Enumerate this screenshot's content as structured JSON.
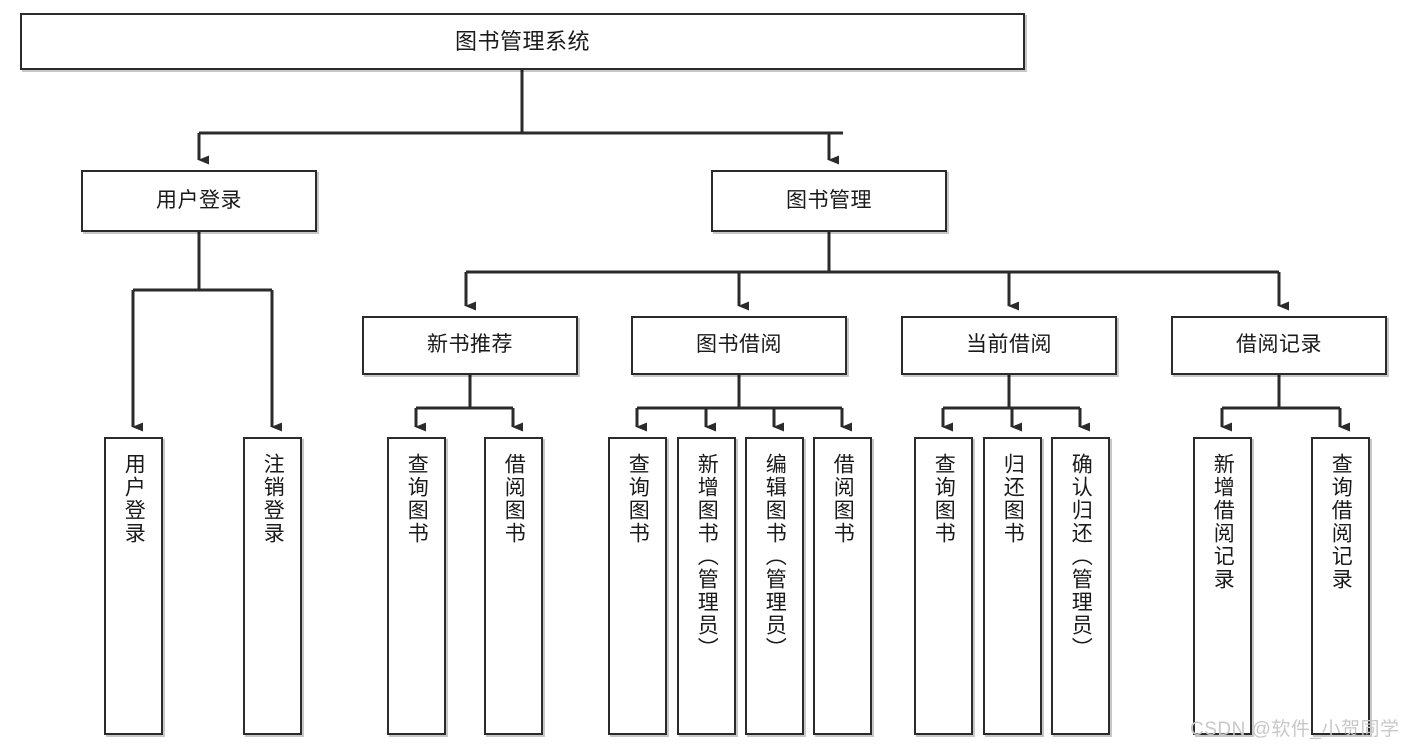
{
  "diagram": {
    "title": "图书管理系统",
    "type": "tree-hierarchy-diagram",
    "colors": {
      "box_border": "#2b2b2b",
      "box_fill": "#ffffff",
      "connector": "#2b2b2b",
      "watermark": "#c8c8c8",
      "background": "#ffffff"
    },
    "nodes": {
      "root": {
        "label": "图书管理系统"
      },
      "level2": [
        {
          "id": "user-login",
          "label": "用户登录"
        },
        {
          "id": "book-management",
          "label": "图书管理"
        }
      ],
      "level3": [
        {
          "id": "new-book-recommend",
          "label": "新书推荐"
        },
        {
          "id": "book-borrow",
          "label": "图书借阅"
        },
        {
          "id": "current-borrow",
          "label": "当前借阅"
        },
        {
          "id": "borrow-record",
          "label": "借阅记录"
        }
      ],
      "leaves": [
        {
          "id": "leaf-user-login",
          "label": "用户登录",
          "parent": "user-login"
        },
        {
          "id": "leaf-user-logout",
          "label": "注销登录",
          "parent": "user-login"
        },
        {
          "id": "leaf-query-book-1",
          "label": "查询图书",
          "parent": "new-book-recommend"
        },
        {
          "id": "leaf-borrow-book-1",
          "label": "借阅图书",
          "parent": "new-book-recommend"
        },
        {
          "id": "leaf-query-book-2",
          "label": "查询图书",
          "parent": "book-borrow"
        },
        {
          "id": "leaf-add-book",
          "label": "新增图书（管理员）",
          "parent": "book-borrow"
        },
        {
          "id": "leaf-edit-book",
          "label": "编辑图书（管理员）",
          "parent": "book-borrow"
        },
        {
          "id": "leaf-borrow-book-2",
          "label": "借阅图书",
          "parent": "book-borrow"
        },
        {
          "id": "leaf-query-book-3",
          "label": "查询图书",
          "parent": "current-borrow"
        },
        {
          "id": "leaf-return-book",
          "label": "归还图书",
          "parent": "current-borrow"
        },
        {
          "id": "leaf-confirm-return",
          "label": "确认归还（管理员）",
          "parent": "current-borrow"
        },
        {
          "id": "leaf-add-record",
          "label": "新增借阅记录",
          "parent": "borrow-record"
        },
        {
          "id": "leaf-query-record",
          "label": "查询借阅记录",
          "parent": "borrow-record"
        }
      ]
    },
    "watermark": "CSDN @软件_小贺同学"
  }
}
